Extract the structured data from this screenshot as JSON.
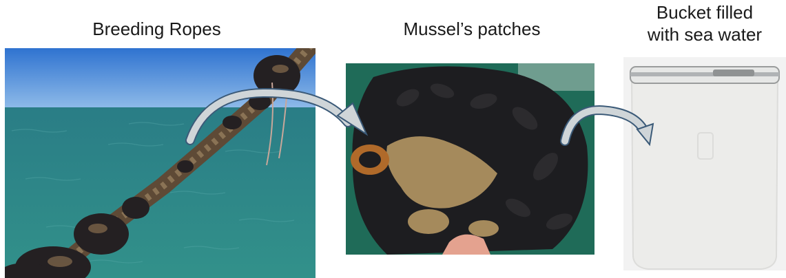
{
  "labels": {
    "breeding_ropes": "Breeding Ropes",
    "mussels_patches": "Mussel’s patches",
    "bucket_line1": "Bucket filled",
    "bucket_line2": "with sea water"
  },
  "images": [
    {
      "name": "breeding-ropes-photo",
      "depicts": "mussel-covered rope over sea"
    },
    {
      "name": "mussel-patch-photo",
      "depicts": "hand holding cluster of mussels"
    },
    {
      "name": "bucket-photo",
      "depicts": "white plastic bucket"
    }
  ],
  "arrows": [
    {
      "name": "rope-to-patch-arrow",
      "from": "breeding_ropes",
      "to": "mussels_patches"
    },
    {
      "name": "patch-to-bucket-arrow",
      "from": "mussels_patches",
      "to": "bucket"
    }
  ],
  "colors": {
    "sky": "#3f86d8",
    "sea": "#2f8a8a",
    "rope": "#6b5640",
    "mussel": "#1d1d20",
    "sediment": "#a58a5c",
    "green_bg": "#1f6b58",
    "bucket": "#eef0ee",
    "arrow_fill": "#cfd5d8",
    "arrow_stroke": "#3b5a78"
  }
}
